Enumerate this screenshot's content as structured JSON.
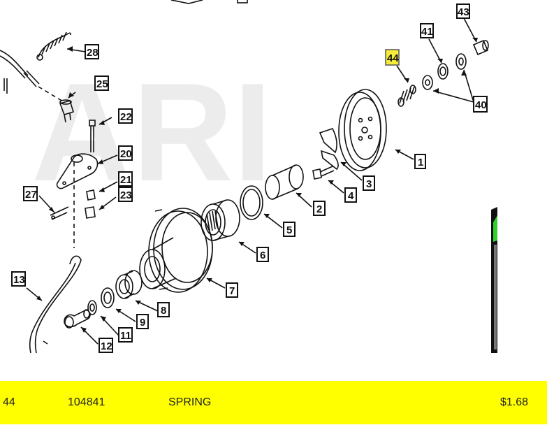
{
  "diagram": {
    "watermark": "ARI",
    "callouts": [
      {
        "id": "c28",
        "label": "28"
      },
      {
        "id": "c25",
        "label": "25"
      },
      {
        "id": "c22",
        "label": "22"
      },
      {
        "id": "c20",
        "label": "20"
      },
      {
        "id": "c21",
        "label": "21"
      },
      {
        "id": "c23",
        "label": "23"
      },
      {
        "id": "c27",
        "label": "27"
      },
      {
        "id": "c13",
        "label": "13"
      },
      {
        "id": "c12",
        "label": "12"
      },
      {
        "id": "c11",
        "label": "11"
      },
      {
        "id": "c9",
        "label": "9"
      },
      {
        "id": "c8",
        "label": "8"
      },
      {
        "id": "c7",
        "label": "7"
      },
      {
        "id": "c6",
        "label": "6"
      },
      {
        "id": "c5",
        "label": "5"
      },
      {
        "id": "c2",
        "label": "2"
      },
      {
        "id": "c4",
        "label": "4"
      },
      {
        "id": "c3",
        "label": "3"
      },
      {
        "id": "c1",
        "label": "1"
      },
      {
        "id": "c40",
        "label": "40"
      },
      {
        "id": "c41",
        "label": "41"
      },
      {
        "id": "c43",
        "label": "43"
      },
      {
        "id": "c44",
        "label": "44",
        "highlighted": true
      }
    ],
    "highlight_color": "#f6ec3a"
  },
  "parts_row": {
    "item": "44",
    "part_number": "104841",
    "description": "SPRING",
    "price": "$1.68",
    "background": "#ffff00"
  }
}
